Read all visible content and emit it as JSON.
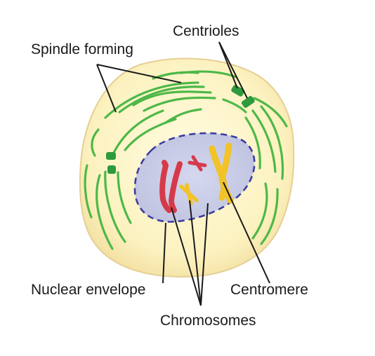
{
  "labels": {
    "centrioles": "Centrioles",
    "spindle_forming": "Spindle forming",
    "nuclear_envelope": "Nuclear envelope",
    "centromere": "Centromere",
    "chromosomes": "Chromosomes"
  },
  "colors": {
    "cytoplasm_fill": "#fbf3c4",
    "cytoplasm_edge": "#e8d29a",
    "spindle_fiber": "#4db848",
    "centriole": "#2e9a3e",
    "nucleus_fill": "#c9cde6",
    "nuclear_envelope": "#3d3d9e",
    "chromosome_red": "#d63a4a",
    "chromosome_yellow": "#f2c328",
    "leader_line": "#1a1a1a"
  }
}
